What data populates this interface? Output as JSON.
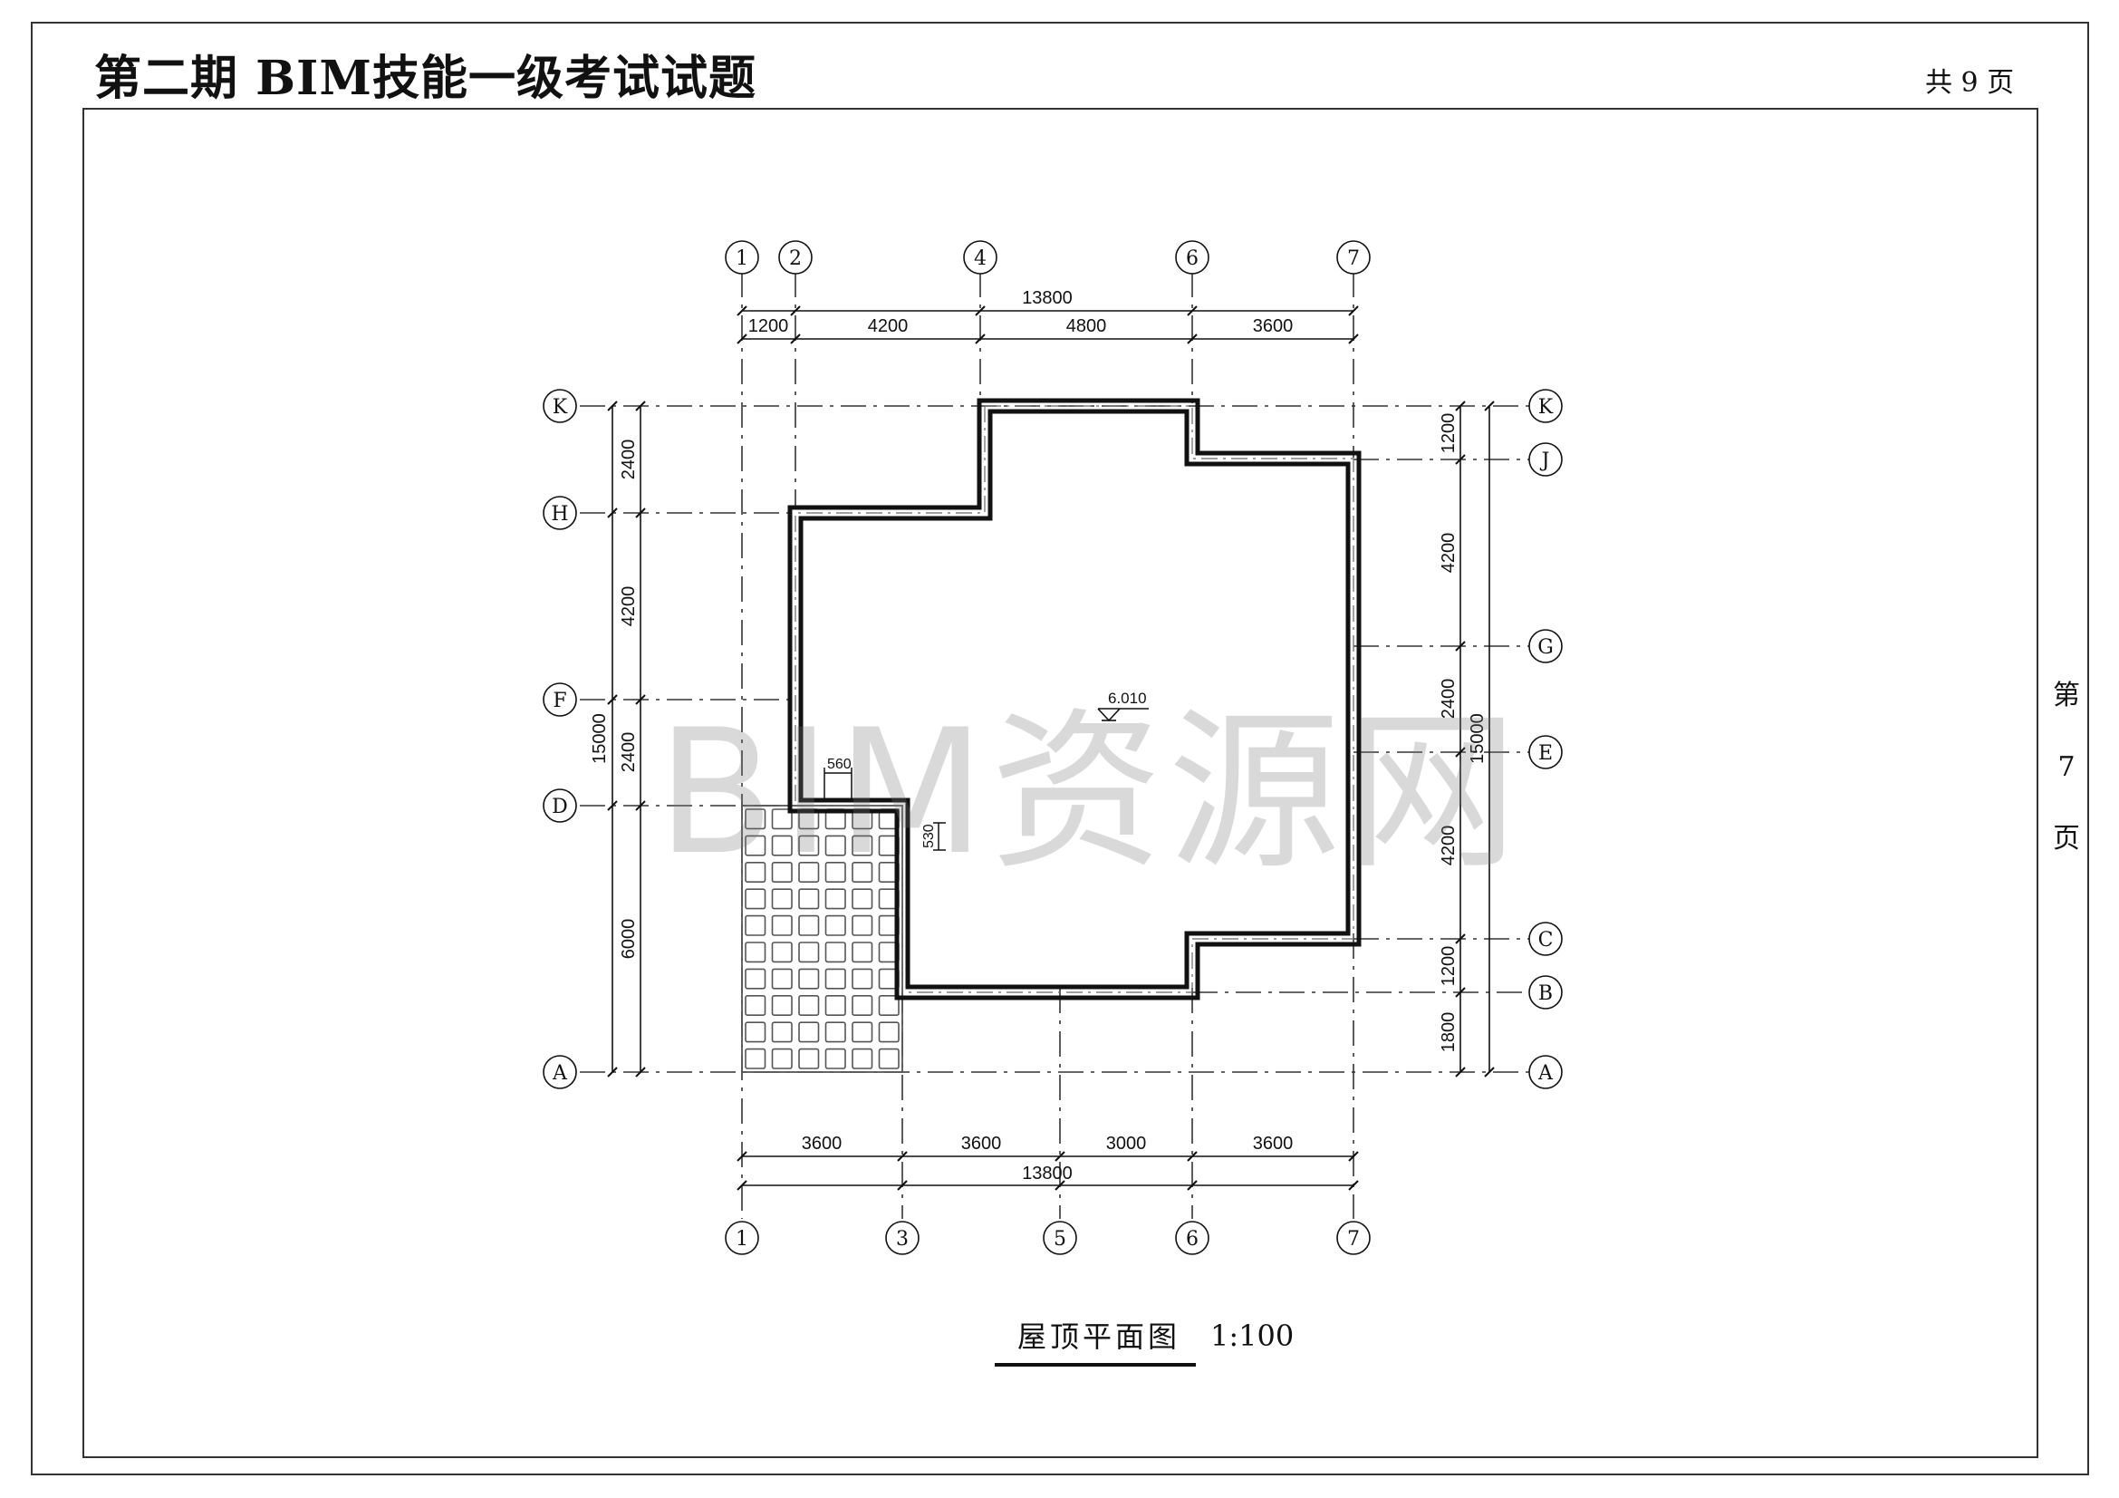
{
  "sheet": {
    "title": "第二期 BIM技能一级考试试题",
    "total_pages": "共 9 页",
    "page_label_parts": [
      "第",
      "7",
      "页"
    ]
  },
  "drawing": {
    "caption": "屋顶平面图",
    "scale": "1:100",
    "watermark": "BIM资源网",
    "elevation_mark": "6.010",
    "detail_dims": {
      "offset_x": "560",
      "offset_y": "530"
    },
    "top_axes": [
      "1",
      "2",
      "4",
      "6",
      "7"
    ],
    "top_overall": "13800",
    "top_dims": [
      "1200",
      "4200",
      "4800",
      "3600"
    ],
    "bottom_axes": [
      "1",
      "3",
      "5",
      "6",
      "7"
    ],
    "bottom_overall": "13800",
    "bottom_dims": [
      "3600",
      "3600",
      "3000",
      "3600"
    ],
    "left_axes": [
      "K",
      "H",
      "F",
      "D",
      "A"
    ],
    "left_overall": "15000",
    "left_dims": [
      "2400",
      "4200",
      "2400",
      "6000"
    ],
    "right_axes": [
      "K",
      "J",
      "G",
      "E",
      "C",
      "B",
      "A"
    ],
    "right_overall": "15000",
    "right_dims": [
      "1200",
      "4200",
      "2400",
      "4200",
      "1200",
      "1800"
    ]
  },
  "colors": {
    "line": "#111111",
    "axis": "#333333",
    "hatch": "#555555",
    "watermark": "#8a8a8a"
  }
}
